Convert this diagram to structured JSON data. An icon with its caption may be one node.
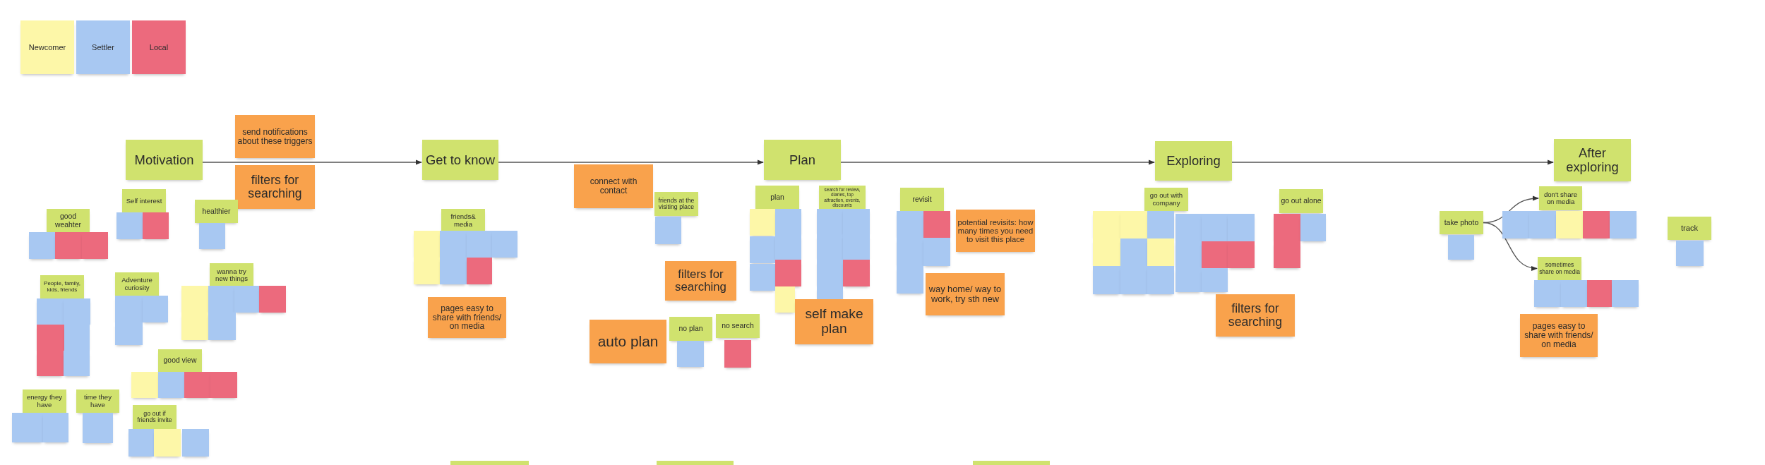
{
  "diagram": {
    "nodes": [
      {
        "text": [
          "Motivation"
        ]
      },
      {
        "text": [
          "send notifications about these triggers"
        ]
      },
      {
        "text": [
          "filters for searching"
        ]
      },
      {
        "text": [
          "Self interest"
        ]
      },
      {
        "text": [],
        "shape": "box"
      },
      {
        "text": [],
        "shape": "box"
      },
      {
        "text": [
          "healthier"
        ]
      },
      {
        "text": [],
        "shape": "box"
      },
      {
        "text": [
          "good weahter"
        ]
      },
      {
        "text": [],
        "shape": "box"
      },
      {
        "text": [],
        "shape": "box"
      },
      {
        "text": [],
        "shape": "box"
      },
      {
        "text": [
          "wanna try new things"
        ]
      },
      {
        "text": [],
        "shape": "box"
      },
      {
        "text": [],
        "shape": "box"
      },
      {
        "text": [],
        "shape": "box"
      },
      {
        "text": [],
        "shape": "box"
      },
      {
        "text": [],
        "shape": "box"
      },
      {
        "text": [],
        "shape": "box"
      },
      {
        "text": [
          "Adventure curiosity"
        ]
      },
      {
        "text": [],
        "shape": "box"
      },
      {
        "text": [],
        "shape": "box"
      },
      {
        "text": [],
        "shape": "box"
      },
      {
        "text": [
          "People, family, kids, friends"
        ]
      },
      {
        "text": [],
        "shape": "box"
      },
      {
        "text": [],
        "shape": "box"
      },
      {
        "text": [],
        "shape": "box"
      },
      {
        "text": [],
        "shape": "box"
      },
      {
        "text": [],
        "shape": "box"
      },
      {
        "text": [],
        "shape": "box"
      },
      {
        "text": [
          "good view"
        ]
      },
      {
        "text": [],
        "shape": "box"
      },
      {
        "text": [],
        "shape": "box"
      },
      {
        "text": [],
        "shape": "box"
      },
      {
        "text": [],
        "shape": "box"
      },
      {
        "text": [
          "energy they have"
        ]
      },
      {
        "text": [],
        "shape": "box"
      },
      {
        "text": [],
        "shape": "box"
      },
      {
        "text": [
          "time they have"
        ]
      },
      {
        "text": [],
        "shape": "box"
      },
      {
        "text": [
          "go out if friends invite"
        ]
      },
      {
        "text": [],
        "shape": "box"
      },
      {
        "text": [],
        "shape": "box"
      },
      {
        "text": [],
        "shape": "box"
      },
      {
        "text": [
          "Get to know"
        ]
      },
      {
        "text": [
          "friends& media"
        ]
      },
      {
        "text": [],
        "shape": "box"
      },
      {
        "text": [],
        "shape": "box"
      },
      {
        "text": [],
        "shape": "box"
      },
      {
        "text": [],
        "shape": "box"
      },
      {
        "text": [],
        "shape": "box"
      },
      {
        "text": [],
        "shape": "box"
      },
      {
        "text": [],
        "shape": "box"
      },
      {
        "text": [
          "pages easy to share with friends/ on media"
        ]
      },
      {
        "text": [],
        "shape": "bar"
      },
      {
        "text": [
          "connect with contact"
        ]
      },
      {
        "text": [
          "friends at the visiting place"
        ]
      },
      {
        "text": [],
        "shape": "box"
      },
      {
        "text": [
          "filters for searching"
        ]
      },
      {
        "text": [
          "auto plan"
        ]
      },
      {
        "text": [
          "no plan"
        ]
      },
      {
        "text": [],
        "shape": "box"
      },
      {
        "text": [
          "no search"
        ]
      },
      {
        "text": [],
        "shape": "box"
      },
      {
        "text": [],
        "shape": "bar"
      },
      {
        "text": [
          "Plan"
        ]
      },
      {
        "text": [
          "plan"
        ]
      },
      {
        "text": [],
        "shape": "box"
      },
      {
        "text": [],
        "shape": "box"
      },
      {
        "text": [],
        "shape": "box"
      },
      {
        "text": [],
        "shape": "box"
      },
      {
        "text": [],
        "shape": "box"
      },
      {
        "text": [],
        "shape": "box"
      },
      {
        "text": [],
        "shape": "box"
      },
      {
        "text": [
          "search for review, diaries, top attraction, events, discounts"
        ]
      },
      {
        "text": [],
        "shape": "box"
      },
      {
        "text": [],
        "shape": "box"
      },
      {
        "text": [],
        "shape": "box"
      },
      {
        "text": [],
        "shape": "box"
      },
      {
        "text": [],
        "shape": "box"
      },
      {
        "text": [],
        "shape": "box"
      },
      {
        "text": [],
        "shape": "box"
      },
      {
        "text": [
          "self make plan"
        ]
      },
      {
        "text": [
          "revisit"
        ]
      },
      {
        "text": [],
        "shape": "box"
      },
      {
        "text": [],
        "shape": "box"
      },
      {
        "text": [],
        "shape": "box"
      },
      {
        "text": [],
        "shape": "box"
      },
      {
        "text": [],
        "shape": "box"
      },
      {
        "text": [
          "potential revisits: how many times you need to visit this place"
        ]
      },
      {
        "text": [
          "way home/ way to work, try sth new"
        ]
      },
      {
        "text": [],
        "shape": "bar"
      },
      {
        "text": [
          "Exploring"
        ]
      },
      {
        "text": [
          "go out with company"
        ]
      },
      {
        "text": [],
        "shape": "box"
      },
      {
        "text": [],
        "shape": "box"
      },
      {
        "text": [],
        "shape": "box"
      },
      {
        "text": [],
        "shape": "box"
      },
      {
        "text": [],
        "shape": "box"
      },
      {
        "text": [],
        "shape": "box"
      },
      {
        "text": [],
        "shape": "box"
      },
      {
        "text": [],
        "shape": "box"
      },
      {
        "text": [],
        "shape": "box"
      },
      {
        "text": [],
        "shape": "box"
      },
      {
        "text": [],
        "shape": "box"
      },
      {
        "text": [],
        "shape": "box"
      },
      {
        "text": [],
        "shape": "box"
      },
      {
        "text": [],
        "shape": "box"
      },
      {
        "text": [],
        "shape": "box"
      },
      {
        "text": [],
        "shape": "box"
      },
      {
        "text": [],
        "shape": "box"
      },
      {
        "text": [
          "filters for searching"
        ]
      },
      {
        "text": [
          "go out alone"
        ]
      },
      {
        "text": [],
        "shape": "box"
      },
      {
        "text": [],
        "shape": "box"
      },
      {
        "text": [],
        "shape": "box"
      },
      {
        "text": [
          "After exploring"
        ]
      },
      {
        "text": [
          "take photo"
        ]
      },
      {
        "text": [],
        "shape": "box"
      },
      {
        "text": [
          "don't share on media"
        ]
      },
      {
        "text": [],
        "shape": "box"
      },
      {
        "text": [],
        "shape": "box"
      },
      {
        "text": [],
        "shape": "box"
      },
      {
        "text": [],
        "shape": "box"
      },
      {
        "text": [],
        "shape": "box"
      },
      {
        "text": [
          "sometimes share on media"
        ]
      },
      {
        "text": [],
        "shape": "box"
      },
      {
        "text": [],
        "shape": "box"
      },
      {
        "text": [],
        "shape": "box"
      },
      {
        "text": [],
        "shape": "box"
      },
      {
        "text": [
          "pages easy to share with friends/ on media"
        ]
      },
      {
        "text": [
          "track"
        ]
      },
      {
        "text": [],
        "shape": "box"
      }
    ],
    "edges": [
      {
        "from": 0,
        "to": 44,
        "arrow": "to"
      },
      {
        "from": 44,
        "to": 65,
        "arrow": "to"
      },
      {
        "from": 65,
        "to": 92,
        "arrow": "to"
      },
      {
        "from": 92,
        "to": 116,
        "arrow": "to"
      },
      {
        "from": 117,
        "to": 119,
        "arrow": "to"
      },
      {
        "from": 117,
        "to": 125,
        "arrow": "to"
      }
    ],
    "legend": [
      {
        "text": "Newcomer",
        "color": "#fdf7a8"
      },
      {
        "text": "Settler",
        "color": "#a8c8f2"
      },
      {
        "text": "Local",
        "color": "#ec6a7d"
      }
    ]
  }
}
